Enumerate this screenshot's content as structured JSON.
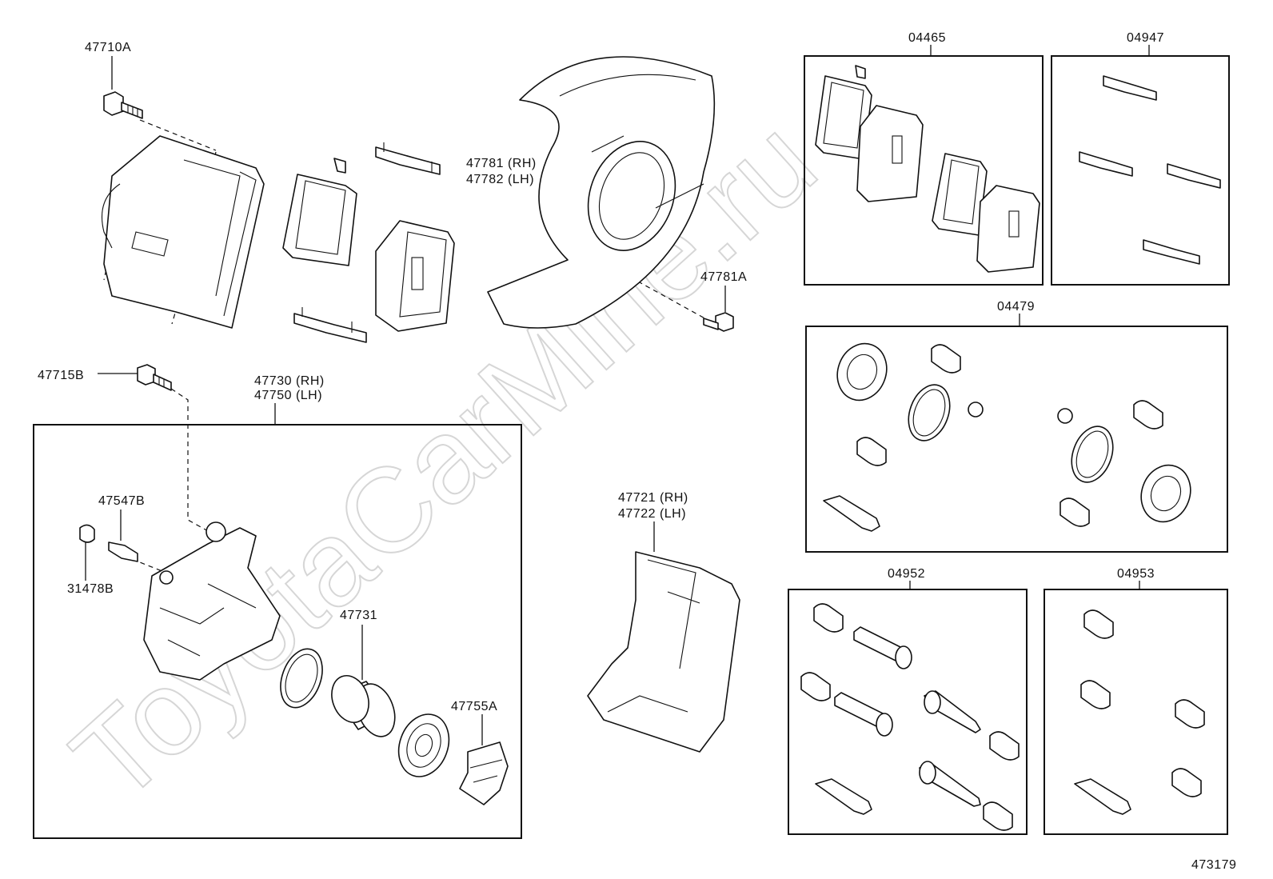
{
  "watermark": "ToyotaCarMine.ru",
  "diagram_number": "473179",
  "parts": {
    "bolt_47710A": "47710A",
    "bolt_47715B": "47715B",
    "caliper_rh": "47730 (RH)",
    "caliper_lh": "47750 (LH)",
    "bleeder_47547B": "47547B",
    "cap_31478B": "31478B",
    "piston_47731": "47731",
    "clip_47755A": "47755A",
    "cover_rh": "47781 (RH)",
    "cover_lh": "47782 (LH)",
    "bolt_47781A": "47781A",
    "mount_rh": "47721 (RH)",
    "mount_lh": "47722 (LH)",
    "kit_04465": "04465",
    "kit_04947": "04947",
    "kit_04479": "04479",
    "kit_04952": "04952",
    "kit_04953": "04953"
  }
}
